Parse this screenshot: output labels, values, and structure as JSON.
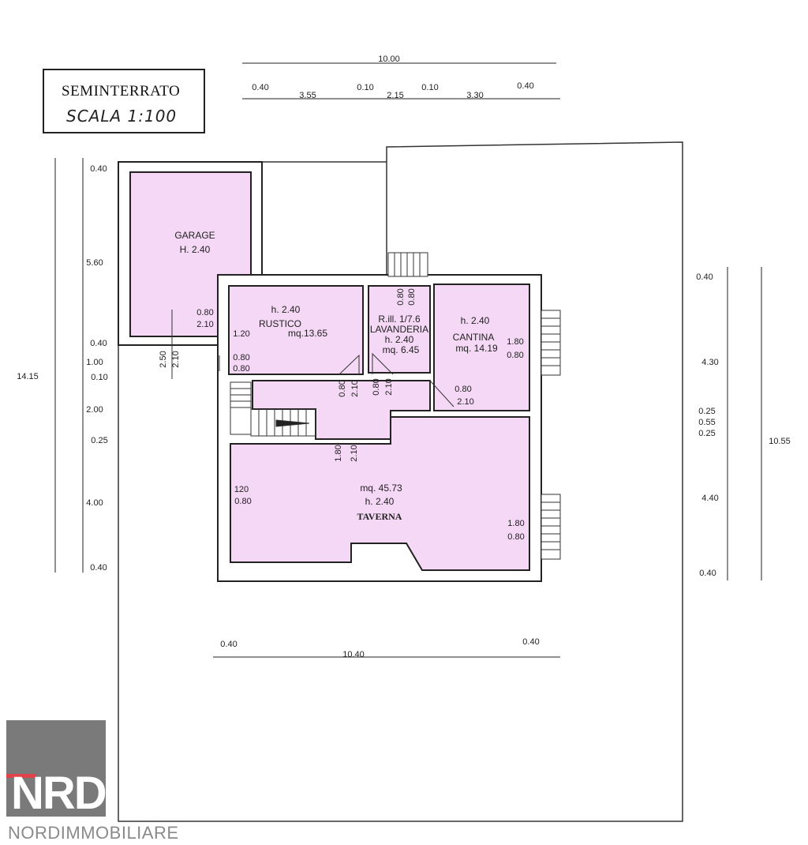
{
  "title": {
    "main": "SEMINTERRATO",
    "scale": "SCALA 1:100"
  },
  "logo": {
    "mark": "NRD",
    "company": "NORDIMMOBILIARE",
    "accent_color": "#e0434a"
  },
  "colors": {
    "room_fill": "#f5d8f5",
    "line": "#222222"
  },
  "rooms": [
    {
      "id": "garage",
      "lines": [
        "GARAGE",
        "H. 2.40"
      ]
    },
    {
      "id": "rustico",
      "lines": [
        "h. 2.40",
        "RUSTICO",
        "mq.13.65"
      ]
    },
    {
      "id": "lavanderia",
      "lines": [
        "R.ill. 1/7.6",
        "LAVANDERIA",
        "h. 2.40",
        "mq. 6.45"
      ]
    },
    {
      "id": "cantina",
      "lines": [
        "h. 2.40",
        "CANTINA",
        "mq. 14.19"
      ]
    },
    {
      "id": "taverna",
      "lines": [
        "mq. 45.73",
        "h. 2.40",
        "TAVERNA"
      ]
    }
  ],
  "dimensions": {
    "top_total": "10.00",
    "top_parts": [
      "0.40",
      "3.55",
      "0.10",
      "2.15",
      "0.10",
      "3.30",
      "0.40"
    ],
    "left_total": "14.15",
    "left_parts": [
      "0.40",
      "5.60",
      "0.40",
      "1.00",
      "0.10",
      "2.00",
      "0.25",
      "4.00",
      "0.40"
    ],
    "right_total": "10.55",
    "right_parts": [
      "0.40",
      "4.30",
      "0.25",
      "0.55",
      "0.25",
      "4.40",
      "0.40"
    ],
    "bottom_total": "10.40",
    "bottom_parts": [
      "0.40",
      "0.40"
    ]
  },
  "openings": {
    "garage_window": [
      "0.80",
      "2.10"
    ],
    "garage_door": [
      "2.50",
      "2.10"
    ],
    "rustico_window_a": "1.20",
    "rustico_window_b": [
      "0.80",
      "0.80"
    ],
    "lav_door_a": [
      "0.80",
      "0.80"
    ],
    "door_rustico": [
      "0.80",
      "2.10"
    ],
    "door_lav": [
      "0.80",
      "2.10"
    ],
    "door_cantina": [
      "0.80",
      "2.10"
    ],
    "cantina_window": [
      "1.80",
      "0.80"
    ],
    "corridor_door": [
      "1.80",
      "2.10"
    ],
    "taverna_window_left": [
      "120",
      "0.80"
    ],
    "taverna_window_right": [
      "1.80",
      "0.80"
    ]
  }
}
